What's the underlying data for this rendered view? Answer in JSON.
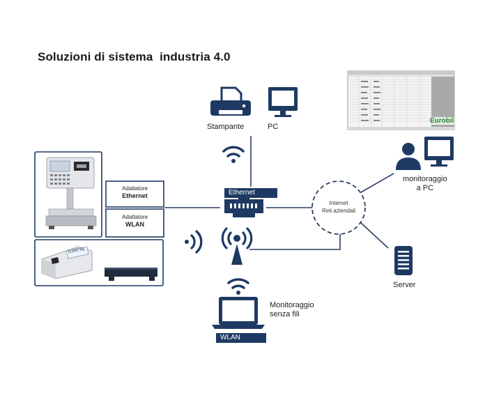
{
  "title": "Soluzioni di sistema  industria 4.0",
  "labels": {
    "printer": "Stampante",
    "pc": "PC",
    "ethernet": "Ethernet",
    "adapter_eth_line1": "Adattatore",
    "adapter_eth_line2": "Ethernet",
    "adapter_wlan_line1": "Adattatore",
    "adapter_wlan_line2": "WLAN",
    "internet_line1": "Internet",
    "internet_line2": "Reti aziendali",
    "monitor_pc_line1": "monitoraggio",
    "monitor_pc_line2": "a PC",
    "server": "Server",
    "wireless_line1": "Monitoraggio",
    "wireless_line2": "senza fili",
    "wlan": "WLAN",
    "scale_display": "0,000 kg",
    "software_brand": "Eurobil"
  },
  "colors": {
    "navy": "#1e3a63",
    "line": "#2b3f63",
    "brand_green": "#2e7d32"
  }
}
